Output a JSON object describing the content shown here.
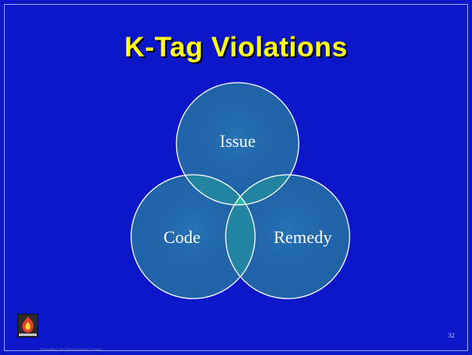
{
  "slide": {
    "title": "K-Tag Violations",
    "number": "32",
    "footnote": "Presentation Fire Dept Inspections Program",
    "logo_icon": "fire-logo-icon"
  },
  "venn": {
    "circles": [
      {
        "label": "Issue"
      },
      {
        "label": "Code"
      },
      {
        "label": "Remedy"
      }
    ]
  },
  "colors": {
    "background": "#0b17c8",
    "title": "#ffff1a",
    "circle_fill": "#1a6aa8",
    "circle_stroke": "#ffffff",
    "overlap_fill": "#1a9a9a"
  }
}
